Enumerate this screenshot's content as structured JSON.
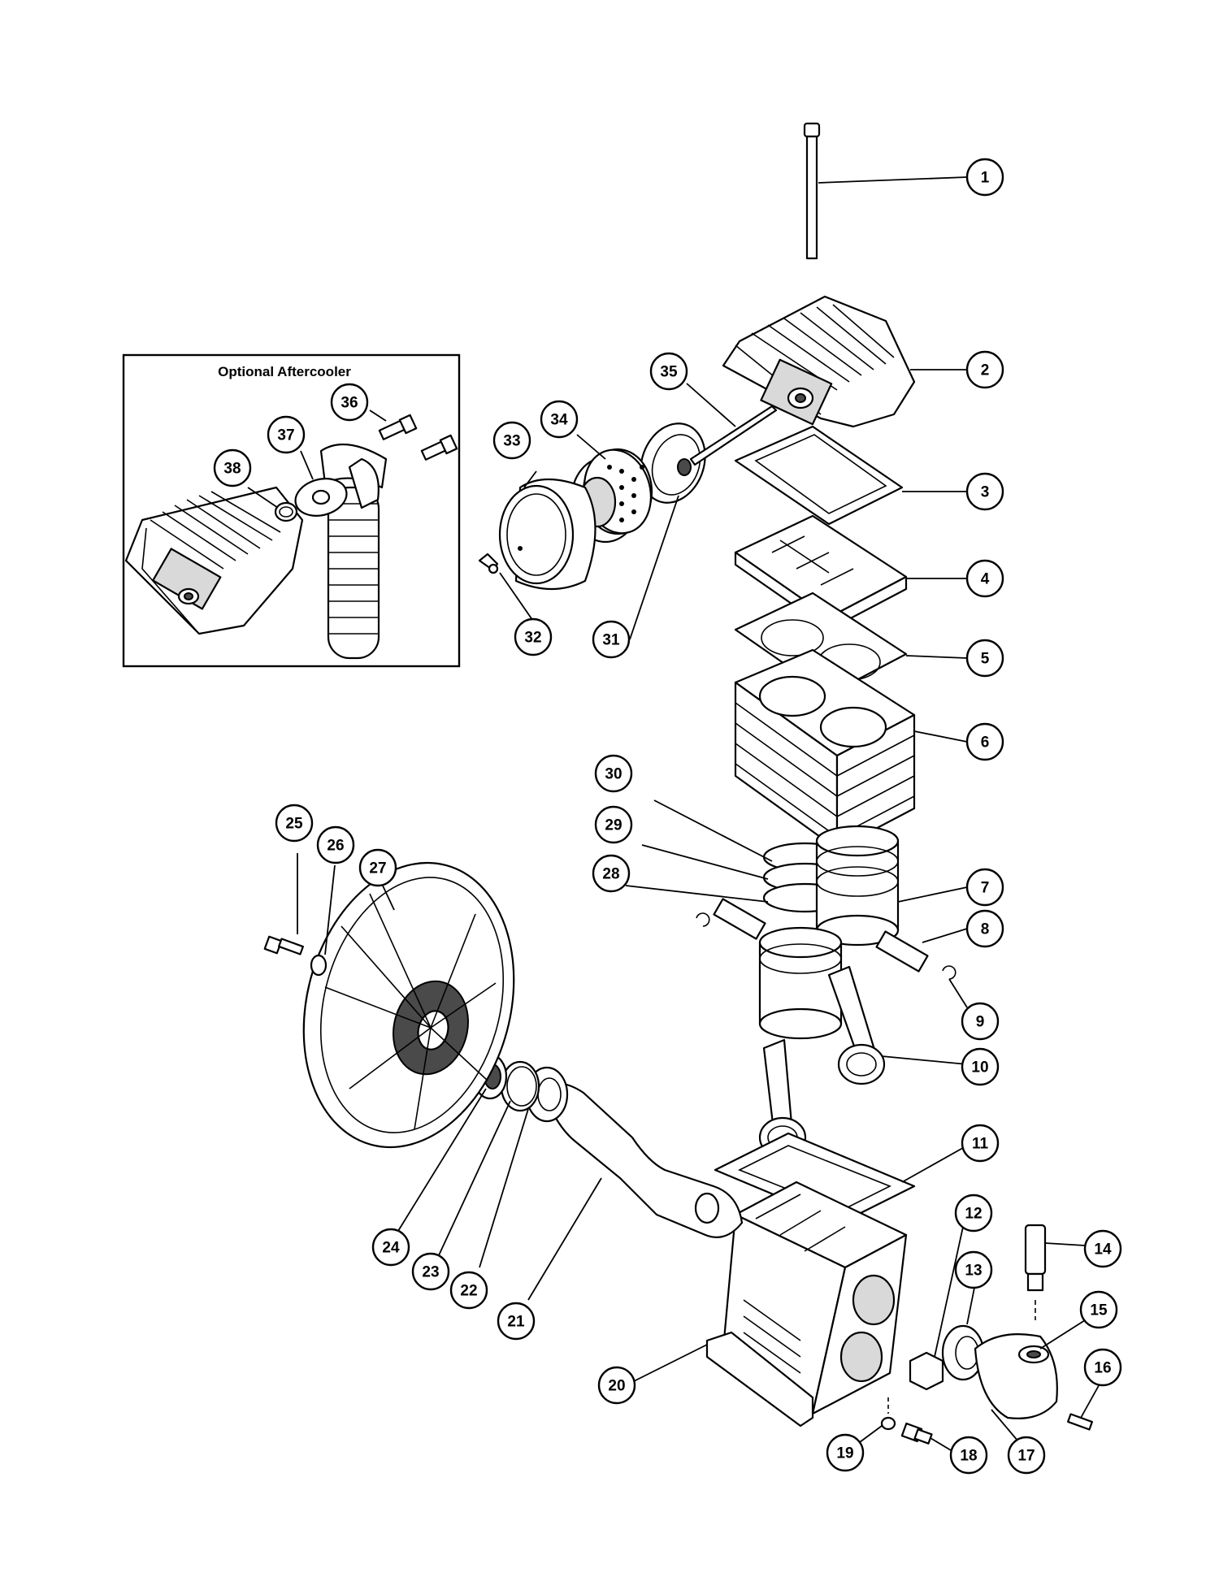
{
  "inset": {
    "title": "Optional Aftercooler"
  },
  "callouts": [
    {
      "label": "1"
    },
    {
      "label": "2"
    },
    {
      "label": "3"
    },
    {
      "label": "4"
    },
    {
      "label": "5"
    },
    {
      "label": "6"
    },
    {
      "label": "7"
    },
    {
      "label": "8"
    },
    {
      "label": "9"
    },
    {
      "label": "10"
    },
    {
      "label": "11"
    },
    {
      "label": "12"
    },
    {
      "label": "13"
    },
    {
      "label": "14"
    },
    {
      "label": "15"
    },
    {
      "label": "16"
    },
    {
      "label": "17"
    },
    {
      "label": "18"
    },
    {
      "label": "19"
    },
    {
      "label": "20"
    },
    {
      "label": "21"
    },
    {
      "label": "22"
    },
    {
      "label": "23"
    },
    {
      "label": "24"
    },
    {
      "label": "25"
    },
    {
      "label": "26"
    },
    {
      "label": "27"
    },
    {
      "label": "28"
    },
    {
      "label": "29"
    },
    {
      "label": "30"
    },
    {
      "label": "31"
    },
    {
      "label": "32"
    },
    {
      "label": "33"
    },
    {
      "label": "34"
    },
    {
      "label": "35"
    },
    {
      "label": "36"
    },
    {
      "label": "37"
    },
    {
      "label": "38"
    }
  ]
}
